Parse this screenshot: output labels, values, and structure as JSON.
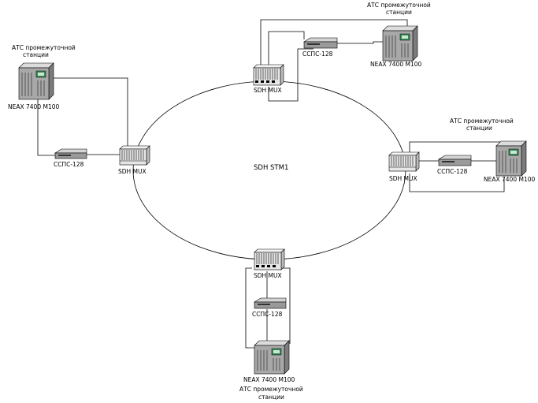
{
  "ring_label": "SDH STM1",
  "mux_label": "SDH MUX",
  "modem_label": "ССПС-128",
  "pbx_label": "NEAX 7400  M100",
  "station_line1": "АТС промежуточной",
  "station_line2": "станции",
  "colors": {
    "pbx_body": "#a8a8a8",
    "pbx_screen": "#3a8a5a",
    "mux_body": "#e6e6e6",
    "modem_body": "#9a9a9a"
  }
}
